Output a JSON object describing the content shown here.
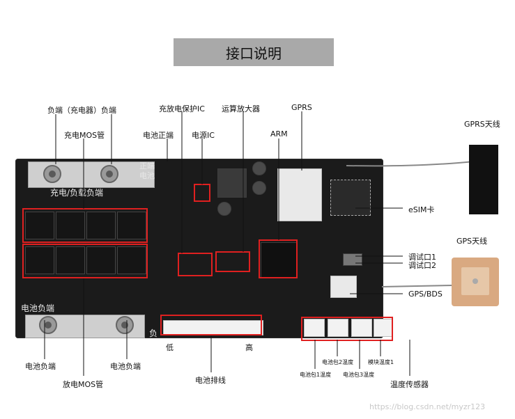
{
  "title": "接口说明",
  "labels": {
    "charger_neg": "负端（充电器）负端",
    "charge_mos": "充电MOS管",
    "charge_protect_ic": "充放电保护IC",
    "battery_pos": "电池正端",
    "power_ic": "电源IC",
    "op_amp": "运算放大器",
    "gprs": "GPRS",
    "arm": "ARM",
    "gprs_antenna": "GPRS天线",
    "esim": "eSIM卡",
    "gps_antenna": "GPS天线",
    "debug1": "调试口1",
    "debug2": "调试口2",
    "gps_bds": "GPS/BDS",
    "battery_neg_left": "电池负端",
    "battery_neg_right": "电池负端",
    "discharge_mos": "放电MOS管",
    "battery_harness": "电池排线",
    "low": "低",
    "high": "高",
    "temp_sensor": "温度传感器",
    "pack1_temp": "电池包1温度",
    "pack2_temp": "电池包2温度",
    "pack3_temp": "电池包3温度",
    "module_temp1": "模块温度1"
  },
  "board_text": {
    "top_silk": "充电/负载负端",
    "bottom_silk": "电池负端",
    "pos_end_1": "正端",
    "pos_end_2": "电池",
    "neg_side": "负"
  },
  "watermark": "https://blog.csdn.net/myzr123"
}
